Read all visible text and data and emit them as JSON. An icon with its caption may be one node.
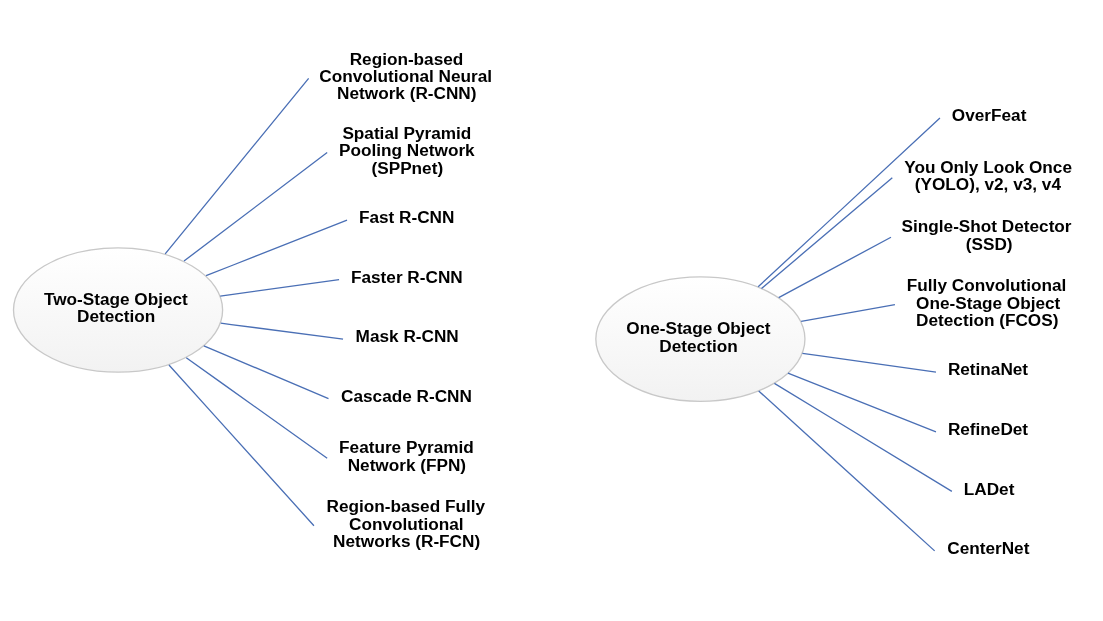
{
  "diagram": {
    "nodes": [
      {
        "text": [
          "Two-Stage Object Detection"
        ]
      },
      {
        "text": [
          "Region-based Convolutional Neural Network (R-CNN)"
        ]
      },
      {
        "text": [
          "Spatial Pyramid Pooling Network (SPPnet)"
        ]
      },
      {
        "text": [
          "Fast R-CNN"
        ]
      },
      {
        "text": [
          "Faster R-CNN"
        ]
      },
      {
        "text": [
          "Mask R-CNN"
        ]
      },
      {
        "text": [
          "Cascade R-CNN"
        ]
      },
      {
        "text": [
          "Feature Pyramid Network (FPN)"
        ]
      },
      {
        "text": [
          "Region-based Fully Convolutional Networks (R-FCN)"
        ]
      },
      {
        "text": [
          "One-Stage Object Detection"
        ]
      },
      {
        "text": [
          "OverFeat"
        ]
      },
      {
        "text": [
          "You Only Look Once (YOLO), v2, v3, v4"
        ]
      },
      {
        "text": [
          "Single-Shot Detector (SSD)"
        ]
      },
      {
        "text": [
          "Fully Convolutional One-Stage Object Detection (FCOS)"
        ]
      },
      {
        "text": [
          "RetinaNet"
        ]
      },
      {
        "text": [
          "RefineDet"
        ]
      },
      {
        "text": [
          "LADet"
        ]
      },
      {
        "text": [
          "CenterNet"
        ]
      }
    ],
    "edges": [
      {
        "from": 0,
        "to": 1,
        "arrow": "none"
      },
      {
        "from": 0,
        "to": 2,
        "arrow": "none"
      },
      {
        "from": 0,
        "to": 3,
        "arrow": "none"
      },
      {
        "from": 0,
        "to": 4,
        "arrow": "none"
      },
      {
        "from": 0,
        "to": 5,
        "arrow": "none"
      },
      {
        "from": 0,
        "to": 6,
        "arrow": "none"
      },
      {
        "from": 0,
        "to": 7,
        "arrow": "none"
      },
      {
        "from": 0,
        "to": 8,
        "arrow": "none"
      },
      {
        "from": 9,
        "to": 10,
        "arrow": "none"
      },
      {
        "from": 9,
        "to": 11,
        "arrow": "none"
      },
      {
        "from": 9,
        "to": 12,
        "arrow": "none"
      },
      {
        "from": 9,
        "to": 13,
        "arrow": "none"
      },
      {
        "from": 9,
        "to": 14,
        "arrow": "none"
      },
      {
        "from": 9,
        "to": 15,
        "arrow": "none"
      },
      {
        "from": 9,
        "to": 16,
        "arrow": "none"
      },
      {
        "from": 9,
        "to": 17,
        "arrow": "none"
      }
    ]
  }
}
